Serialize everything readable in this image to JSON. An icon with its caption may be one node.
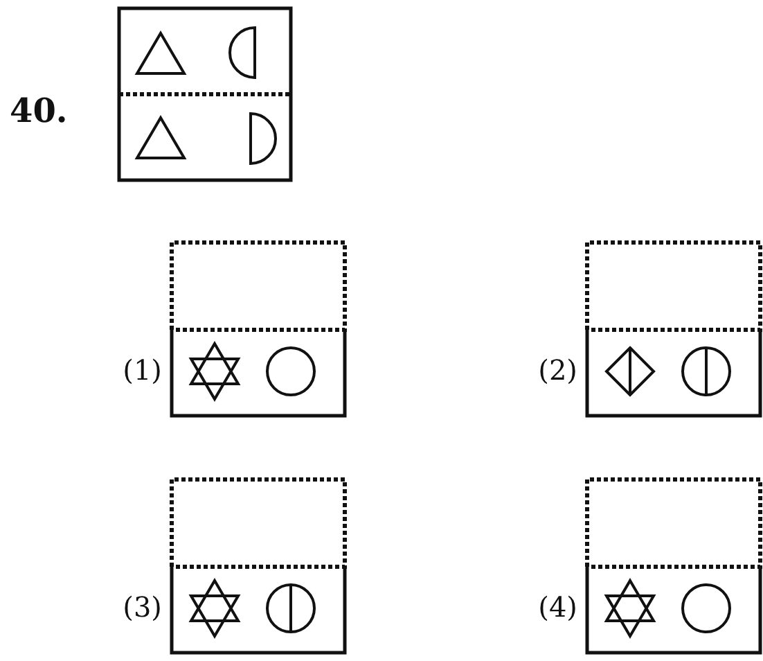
{
  "diagram": {
    "labels": [
      "40.",
      "(1)",
      "(2)",
      "(3)",
      "(4)"
    ]
  }
}
